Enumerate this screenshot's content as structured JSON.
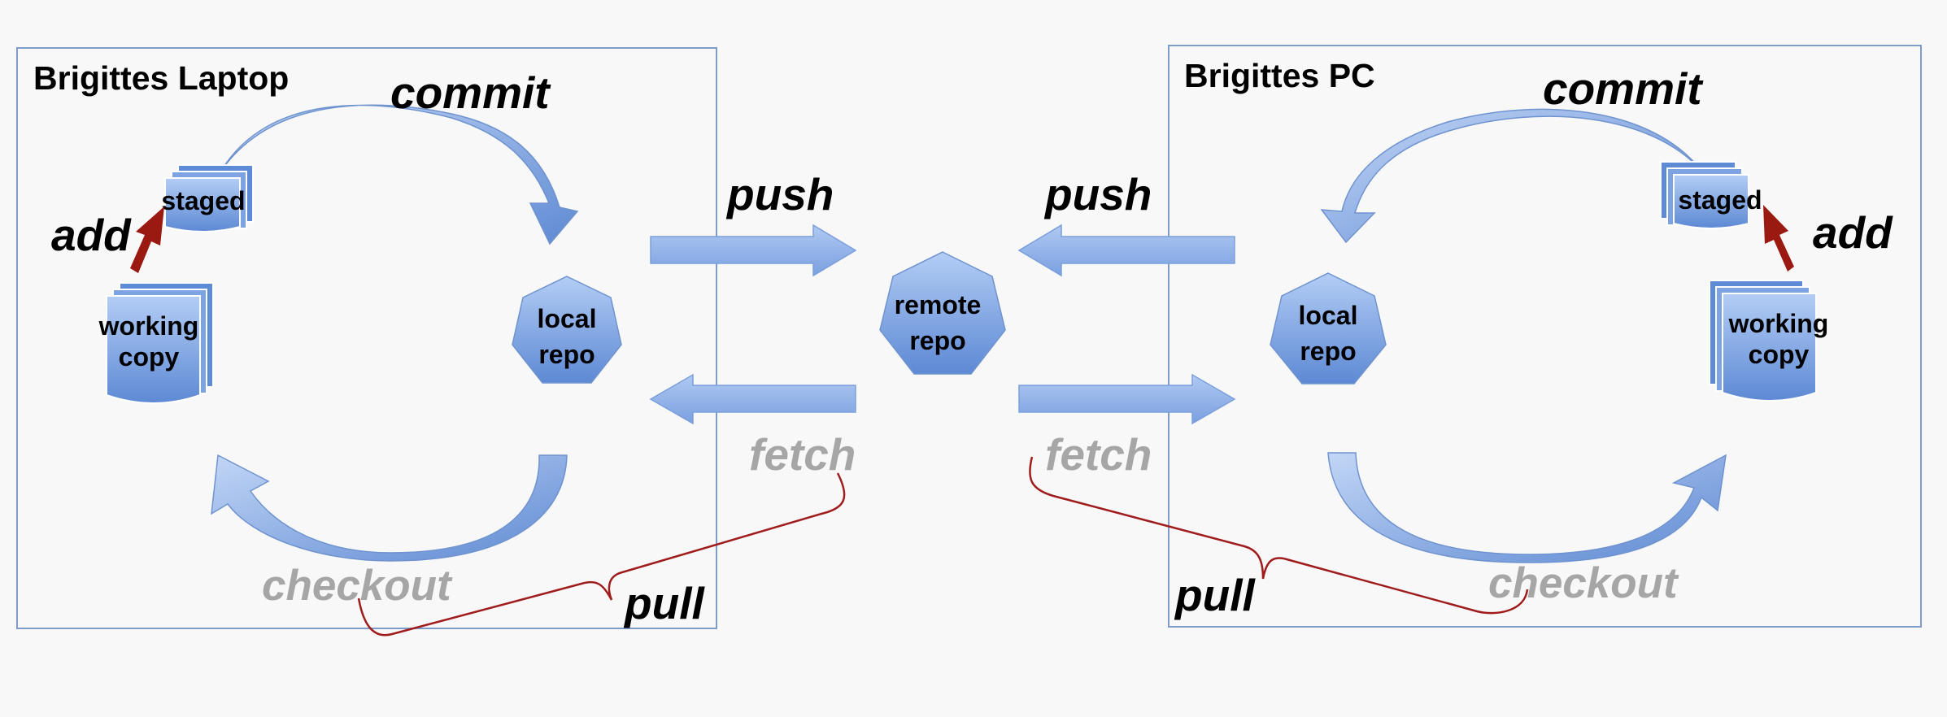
{
  "laptop": {
    "title": "Brigittes Laptop",
    "commit": "commit",
    "add": "add",
    "staged": "staged",
    "working_copy": [
      "working",
      "copy"
    ],
    "local_repo": [
      "local",
      "repo"
    ],
    "checkout": "checkout",
    "pull": "pull"
  },
  "pc": {
    "title": "Brigittes PC",
    "commit": "commit",
    "add": "add",
    "staged": "staged",
    "working_copy": [
      "working",
      "copy"
    ],
    "local_repo": [
      "local",
      "repo"
    ],
    "checkout": "checkout",
    "pull": "pull"
  },
  "remote_repo": [
    "remote",
    "repo"
  ],
  "push_left": "push",
  "push_right": "push",
  "fetch_left": "fetch",
  "fetch_right": "fetch",
  "colors": {
    "blue_light": "#a8c4f2",
    "blue_dark": "#5f8bd6",
    "frame": "#7d9ccc",
    "add_arrow": "#9a1a12",
    "brace": "#a01c1c",
    "grey_text": "#a6a6a6"
  }
}
